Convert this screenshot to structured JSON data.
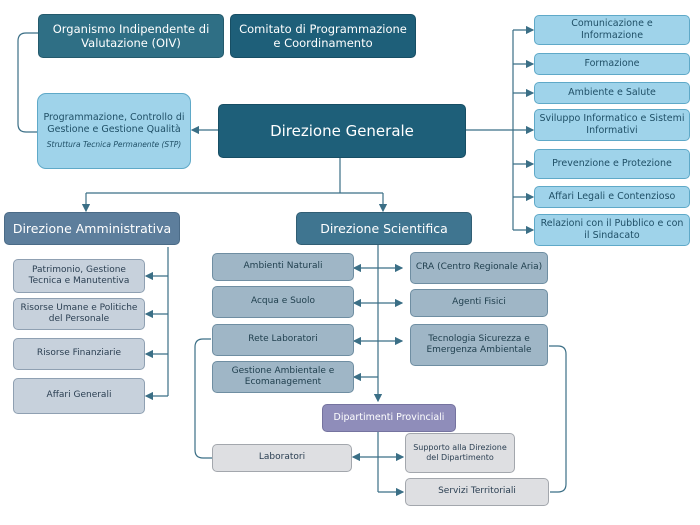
{
  "header": {
    "oiv": "Organismo Indipendente di Valutazione (OIV)",
    "comitato": "Comitato di Programmazione e Coordinamento"
  },
  "programmazione": {
    "title": "Programmazione, Controllo di Gestione e Gestione Qualità",
    "subtitle": "Struttura Tecnica Permanente (STP)"
  },
  "direzione_generale": "Direzione Generale",
  "staff": [
    "Comunicazione e Informazione",
    "Formazione",
    "Ambiente e Salute",
    "Sviluppo Informatico e Sistemi Informativi",
    "Prevenzione e Protezione",
    "Affari Legali e Contenzioso",
    "Relazioni con il Pubblico e con il Sindacato"
  ],
  "amministrativa": {
    "title": "Direzione Amministrativa",
    "items": [
      "Patrimonio, Gestione Tecnica e Manutentiva",
      "Risorse Umane e Politiche del Personale",
      "Risorse Finanziarie",
      "Affari Generali"
    ]
  },
  "scientifica": {
    "title": "Direzione Scientifica",
    "left": [
      "Ambienti Naturali",
      "Acqua e Suolo",
      "Rete Laboratori",
      "Gestione Ambientale e Ecomanagement"
    ],
    "right": [
      "CRA (Centro Regionale Aria)",
      "Agenti Fisici",
      "Tecnologia Sicurezza e Emergenza Ambientale"
    ]
  },
  "provinciali": {
    "title": "Dipartimenti Provinciali",
    "laboratori": "Laboratori",
    "supporto": "Supporto alla Direzione del Dipartimento",
    "servizi": "Servizi Territoriali"
  },
  "colors": {
    "dark": "#1e5f79",
    "light": "#9fd3ea",
    "admin": "#5d7e9c",
    "provinciali": "#8f8dba",
    "line": "#3b6f86"
  }
}
